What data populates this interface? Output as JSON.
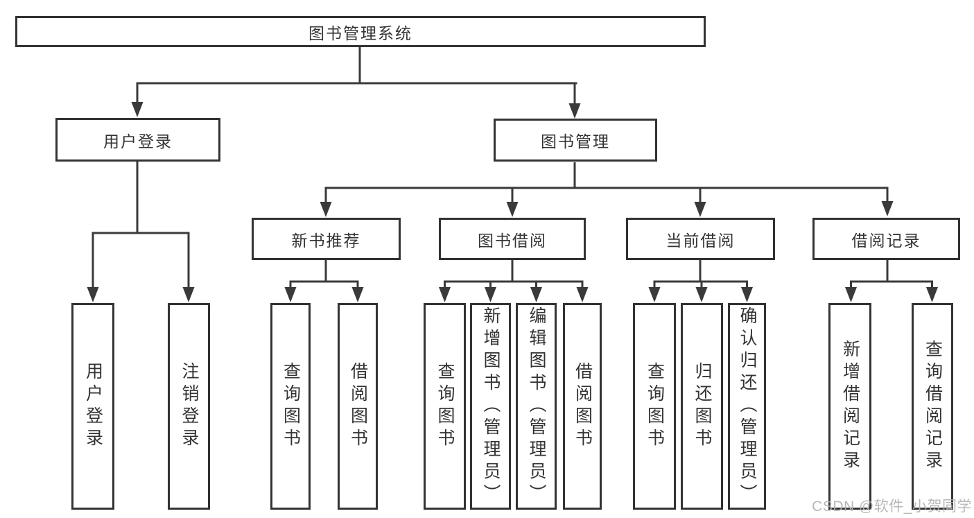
{
  "diagram": {
    "type": "tree",
    "root": {
      "label": "图书管理系统",
      "children": [
        {
          "label": "用户登录",
          "children": [
            {
              "label": "用户登录"
            },
            {
              "label": "注销登录"
            }
          ]
        },
        {
          "label": "图书管理",
          "children": [
            {
              "label": "新书推荐",
              "children": [
                {
                  "label": "查询图书"
                },
                {
                  "label": "借阅图书"
                }
              ]
            },
            {
              "label": "图书借阅",
              "children": [
                {
                  "label": "查询图书"
                },
                {
                  "label": "新增图书（管理员）"
                },
                {
                  "label": "编辑图书（管理员）"
                },
                {
                  "label": "借阅图书"
                }
              ]
            },
            {
              "label": "当前借阅",
              "children": [
                {
                  "label": "查询图书"
                },
                {
                  "label": "归还图书"
                },
                {
                  "label": "确认归还（管理员）"
                }
              ]
            },
            {
              "label": "借阅记录",
              "children": [
                {
                  "label": "新增借阅记录"
                },
                {
                  "label": "查询借阅记录"
                }
              ]
            }
          ]
        }
      ]
    },
    "colors": {
      "line": "#3a3a3a",
      "border": "#333333",
      "text": "#333333",
      "background": "#ffffff",
      "watermark": "#b2b2b2"
    }
  },
  "watermark": {
    "text": "CSDN @软件_小贺同学"
  }
}
